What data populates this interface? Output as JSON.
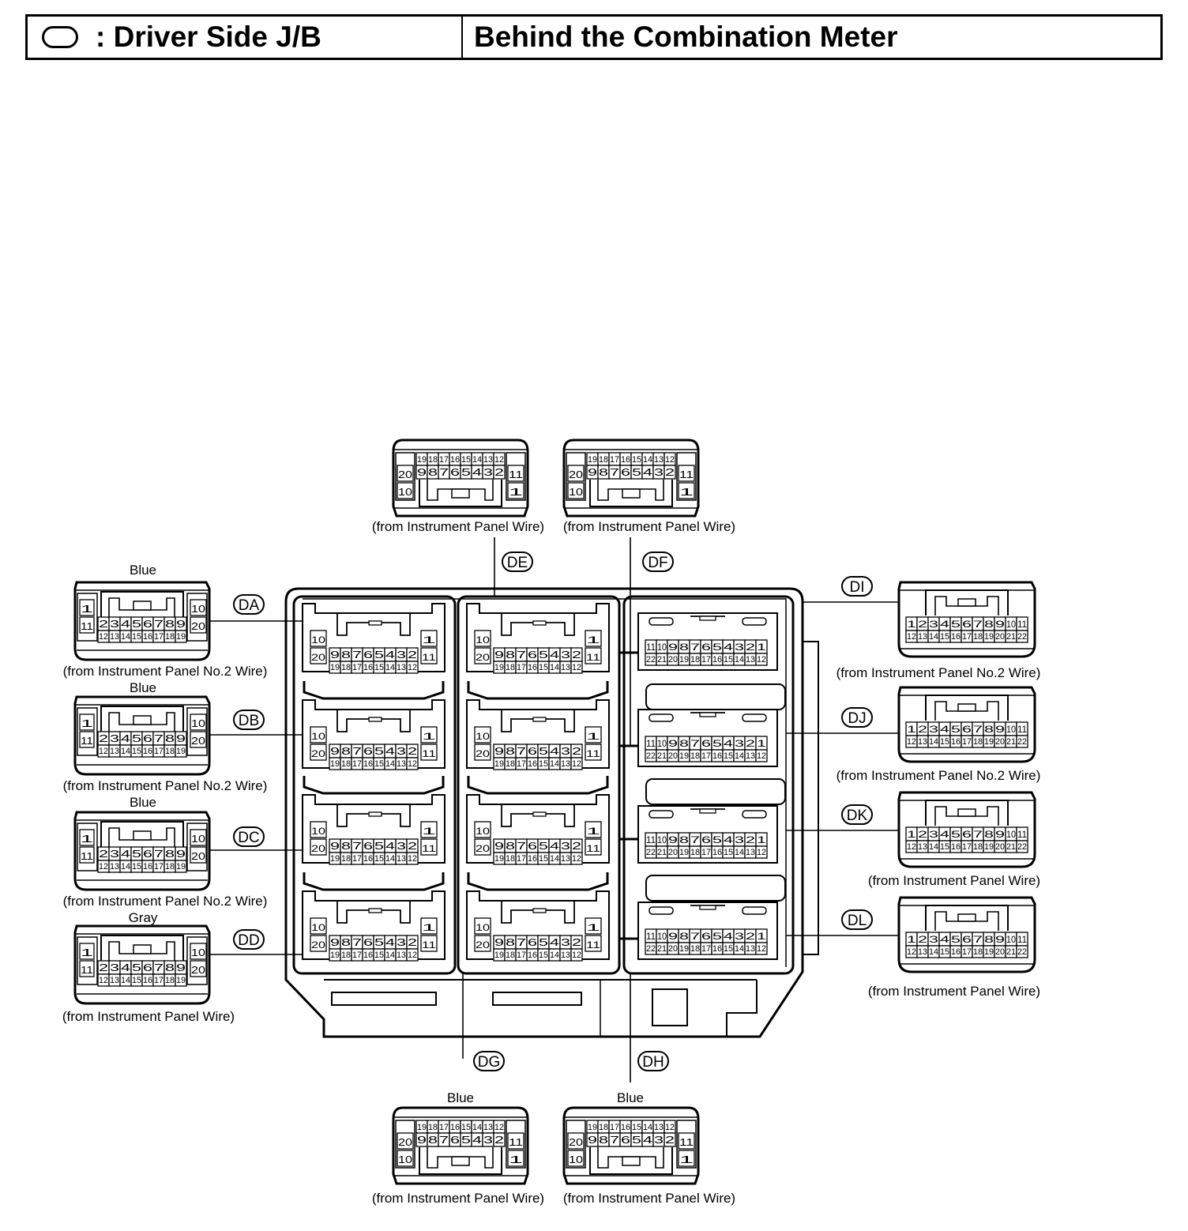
{
  "header": {
    "left_label": ": Driver Side J/B",
    "right_label": "Behind the Combination Meter",
    "icon": "junction-block-oval-icon"
  },
  "connectors": [
    {
      "code": "DA",
      "color": "Blue",
      "wire": "(from Instrument Panel No.2 Wire)",
      "pins": 20
    },
    {
      "code": "DB",
      "color": "Blue",
      "wire": "(from Instrument Panel No.2 Wire)",
      "pins": 20
    },
    {
      "code": "DC",
      "color": "Blue",
      "wire": "(from Instrument Panel No.2 Wire)",
      "pins": 20
    },
    {
      "code": "DD",
      "color": "Gray",
      "wire": "(from Instrument Panel Wire)",
      "pins": 20
    },
    {
      "code": "DE",
      "color": "",
      "wire": "(from Instrument Panel Wire)",
      "pins": 20
    },
    {
      "code": "DF",
      "color": "",
      "wire": "(from Instrument Panel Wire)",
      "pins": 20
    },
    {
      "code": "DG",
      "color": "Blue",
      "wire": "(from Instrument Panel Wire)",
      "pins": 20
    },
    {
      "code": "DH",
      "color": "Blue",
      "wire": "(from Instrument Panel Wire)",
      "pins": 20
    },
    {
      "code": "DI",
      "color": "",
      "wire": "(from Instrument Panel No.2 Wire)",
      "pins": 22
    },
    {
      "code": "DJ",
      "color": "",
      "wire": "(from Instrument Panel No.2 Wire)",
      "pins": 22
    },
    {
      "code": "DK",
      "color": "",
      "wire": "(from Instrument Panel Wire)",
      "pins": 22
    },
    {
      "code": "DL",
      "color": "",
      "wire": "(from Instrument Panel Wire)",
      "pins": 22
    }
  ],
  "pin_labels": {
    "a_top": [
      "2",
      "3",
      "4",
      "5",
      "6",
      "7",
      "8",
      "9"
    ],
    "a_bottom": [
      "12",
      "13",
      "14",
      "15",
      "16",
      "17",
      "18",
      "19"
    ],
    "a_left": [
      "1",
      "11"
    ],
    "a_right": [
      "10",
      "20"
    ],
    "b_top": [
      "19",
      "18",
      "17",
      "16",
      "15",
      "14",
      "13",
      "12"
    ],
    "b_bottom": [
      "9",
      "8",
      "7",
      "6",
      "5",
      "4",
      "3",
      "2"
    ],
    "b_left": [
      "20",
      "10"
    ],
    "b_right": [
      "11",
      "1"
    ],
    "c_top": [
      "1",
      "2",
      "3",
      "4",
      "5",
      "6",
      "7",
      "8",
      "9",
      "10",
      "11"
    ],
    "c_bottom": [
      "12",
      "13",
      "14",
      "15",
      "16",
      "17",
      "18",
      "19",
      "20",
      "21",
      "22"
    ],
    "s20_top": [
      "9",
      "8",
      "7",
      "6",
      "5",
      "4",
      "3",
      "2"
    ],
    "s20_bottom": [
      "19",
      "18",
      "17",
      "16",
      "15",
      "14",
      "13",
      "12"
    ],
    "s20_left": [
      "10",
      "20"
    ],
    "s20_right": [
      "1",
      "11"
    ],
    "s22_top": [
      "11",
      "10",
      "9",
      "8",
      "7",
      "6",
      "5",
      "4",
      "3",
      "2",
      "1"
    ],
    "s22_bottom": [
      "22",
      "21",
      "20",
      "19",
      "18",
      "17",
      "16",
      "15",
      "14",
      "13",
      "12"
    ]
  }
}
